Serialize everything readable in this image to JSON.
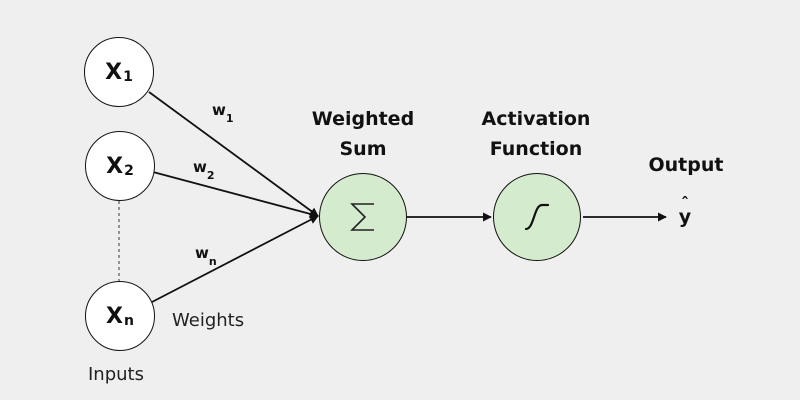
{
  "inputs": [
    {
      "base": "X",
      "sub": "1"
    },
    {
      "base": "X",
      "sub": "2"
    },
    {
      "base": "X",
      "sub": "n"
    }
  ],
  "weights": [
    {
      "base": "w",
      "sub": "1"
    },
    {
      "base": "w",
      "sub": "2"
    },
    {
      "base": "w",
      "sub": "n"
    }
  ],
  "labels": {
    "inputs": "Inputs",
    "weights": "Weights",
    "weighted_sum_line1": "Weighted",
    "weighted_sum_line2": "Sum",
    "activation_line1": "Activation",
    "activation_line2": "Function",
    "output": "Output",
    "output_symbol": "y"
  },
  "symbols": {
    "sum_icon": "summation-sigma",
    "activation_icon": "sigmoid-curve",
    "output_hat": "ˆ"
  },
  "colors": {
    "background": "#efefef",
    "operator_fill": "#d5ebcd",
    "input_fill": "#ffffff",
    "stroke": "#111111"
  }
}
